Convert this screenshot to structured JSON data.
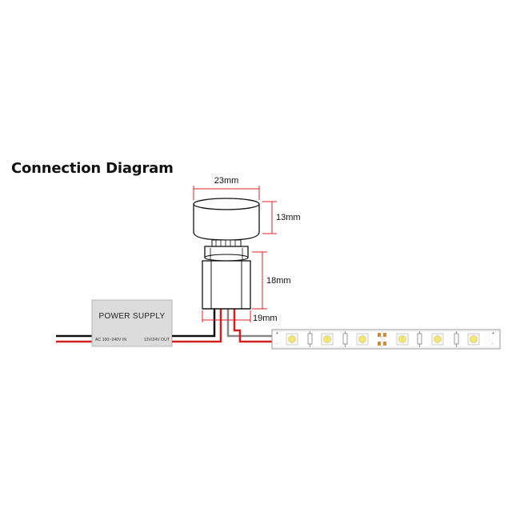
{
  "title": "Connection Diagram",
  "dimensions": {
    "knob_width": "23mm",
    "knob_height": "13mm",
    "body_height": "18mm",
    "base_height": "19mm"
  },
  "power_supply": {
    "label": "POWER SUPPLY",
    "input_label": "AC 100~240V IN",
    "output_label": "12V/24V OUT"
  },
  "led_strip": {
    "left_plus": "+",
    "left_minus": "-",
    "right_plus": "+",
    "right_minus": "-"
  },
  "colors": {
    "dimension_line": "#e02020",
    "wire_red": "#d42020",
    "wire_black": "#111111",
    "psu_fill": "#dcdcdc",
    "led_yellow": "#f4e676"
  }
}
